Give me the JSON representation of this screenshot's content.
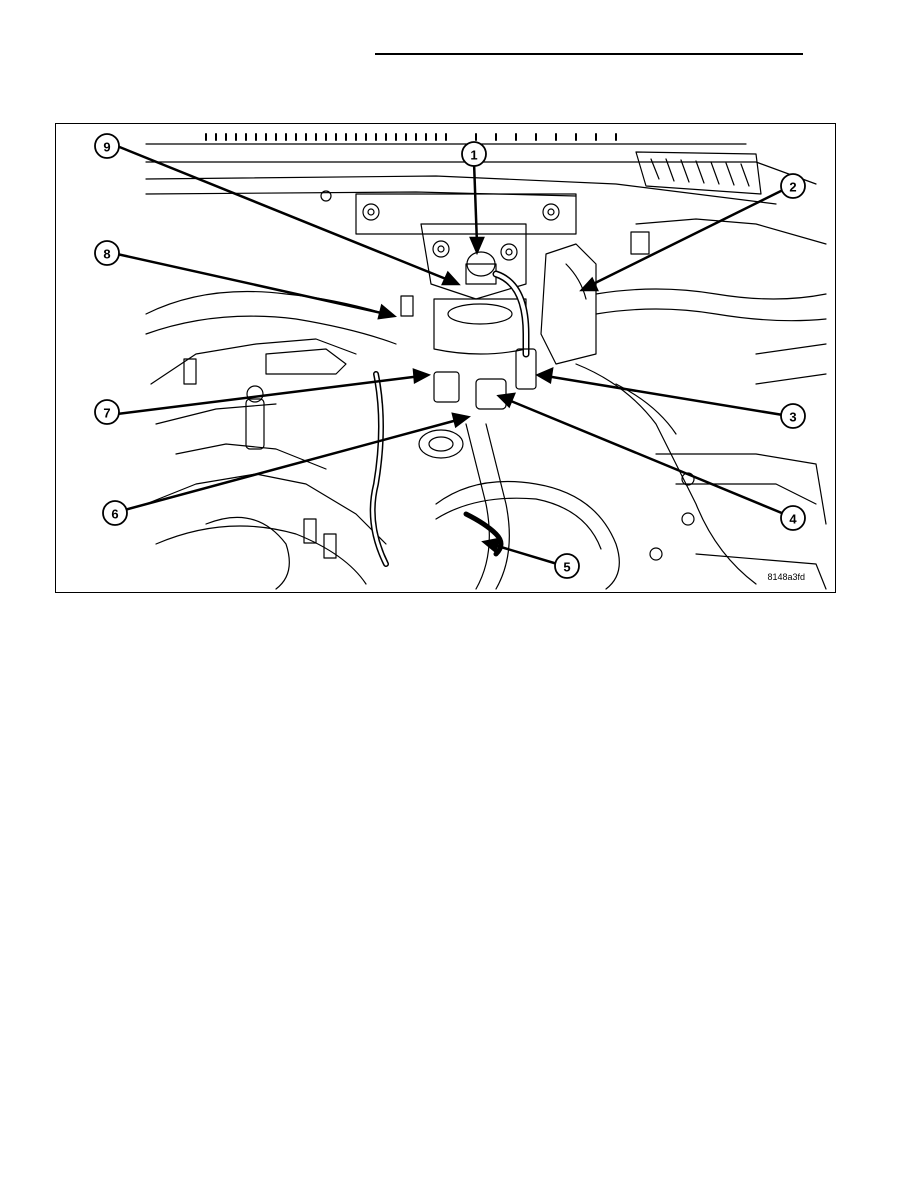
{
  "figure": {
    "id": "8148a3fd",
    "callouts": [
      "1",
      "2",
      "3",
      "4",
      "5",
      "6",
      "7",
      "8",
      "9"
    ]
  }
}
